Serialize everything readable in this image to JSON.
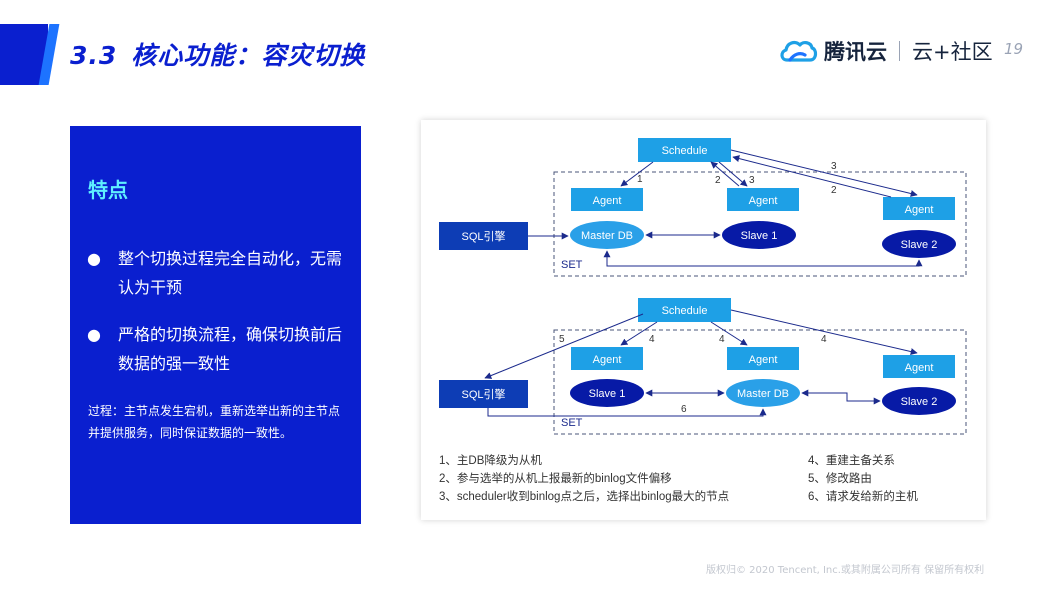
{
  "header": {
    "section_number": "3.3",
    "title": "核心功能：容灾切换",
    "page_number": "19"
  },
  "brand": {
    "name": "腾讯云",
    "sub": "云+社区"
  },
  "features": {
    "heading": "特点",
    "bullets": [
      "整个切换过程完全自动化，无需认为干预",
      "严格的切换流程，确保切换前后数据的强一致性"
    ],
    "process_note": "过程：主节点发生宕机，重新选举出新的主节点并提供服务，同时保证数据的一致性。"
  },
  "diagram_top": {
    "schedule": "Schedule",
    "agent_1": "Agent",
    "agent_2": "Agent",
    "agent_3": "Agent",
    "sql_engine": "SQL引擎",
    "master_db": "Master DB",
    "slave_1": "Slave 1",
    "slave_2": "Slave 2",
    "set_label": "SET",
    "step_1": "1",
    "step_2a": "2",
    "step_3a": "3",
    "step_3b": "3",
    "step_2b": "2"
  },
  "diagram_bottom": {
    "schedule": "Schedule",
    "agent_1": "Agent",
    "agent_2": "Agent",
    "agent_3": "Agent",
    "sql_engine": "SQL引擎",
    "slave_1": "Slave 1",
    "master_db": "Master DB",
    "slave_2": "Slave 2",
    "set_label": "SET",
    "step_5": "5",
    "step_4a": "4",
    "step_4b": "4",
    "step_4c": "4",
    "step_6": "6"
  },
  "legend": {
    "left": [
      "1、主DB降级为从机",
      "2、参与选举的从机上报最新的binlog文件偏移",
      "3、scheduler收到binlog点之后，选择出binlog最大的节点"
    ],
    "right": [
      "4、重建主备关系",
      "5、修改路由",
      "6、请求发给新的主机"
    ]
  },
  "footer": "版权归© 2020 Tencent, Inc.或其附属公司所有 保留所有权利",
  "colors": {
    "primary_blue": "#0a1fcf",
    "box_blue": "#1ea0e6",
    "ellipse_navy": "#071aa6",
    "ellipse_light": "#2aa0e8",
    "arrow": "#1b2a8c",
    "heading_cyan": "#5ff0ff"
  }
}
